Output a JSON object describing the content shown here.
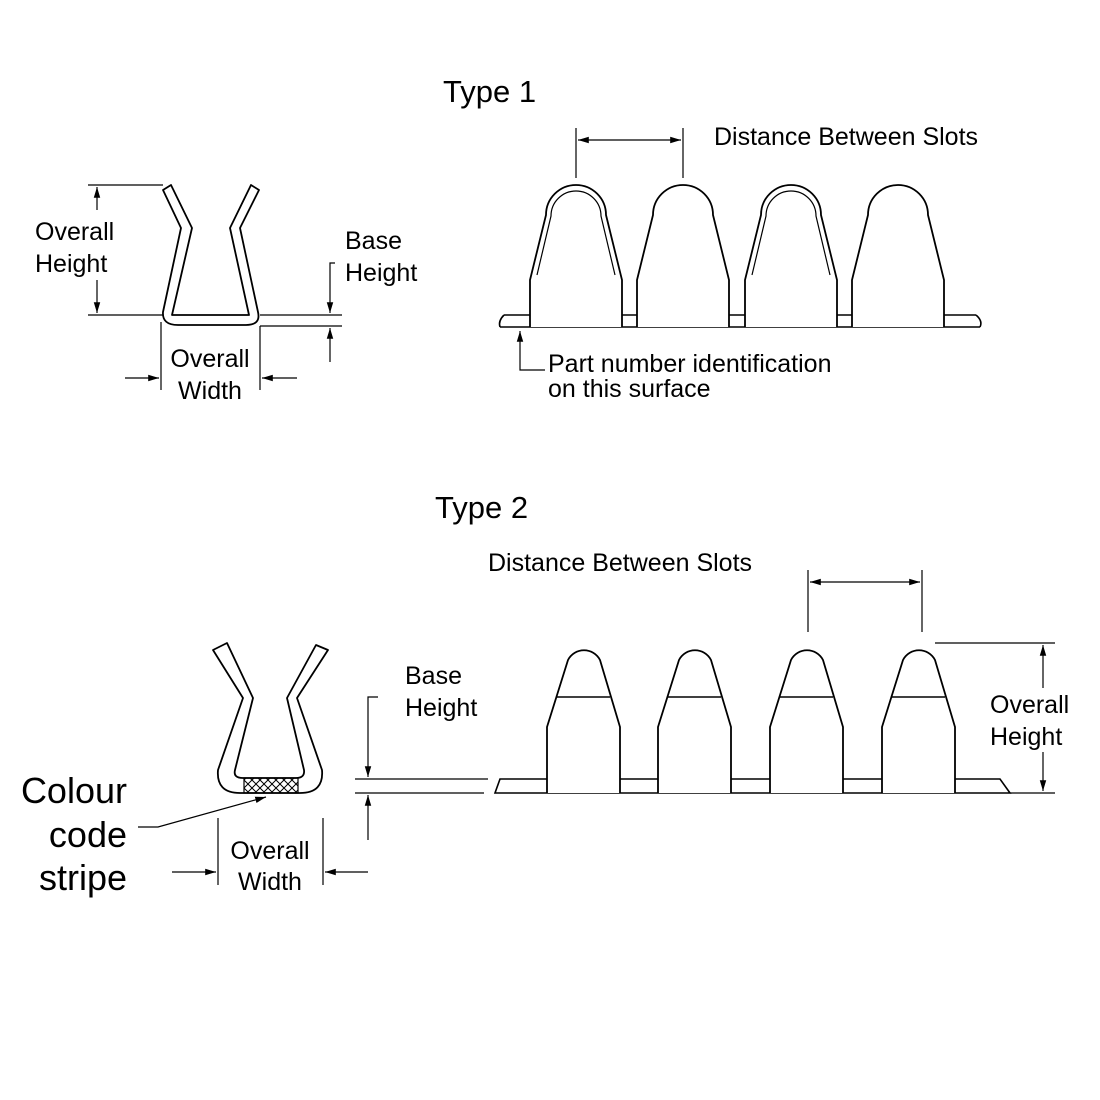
{
  "type1": {
    "title": "Type 1",
    "overall_height": [
      "Overall",
      "Height"
    ],
    "base_height": [
      "Base",
      "Height"
    ],
    "overall_width": [
      "Overall",
      "Width"
    ],
    "distance_between_slots": "Distance Between Slots",
    "part_number_note": [
      "Part number identification",
      "on this surface"
    ]
  },
  "type2": {
    "title": "Type 2",
    "distance_between_slots": "Distance Between Slots",
    "base_height": [
      "Base",
      "Height"
    ],
    "overall_height": [
      "Overall",
      "Height"
    ],
    "overall_width": [
      "Overall",
      "Width"
    ],
    "colour_code_stripe": [
      "Colour",
      "code",
      "stripe"
    ]
  }
}
